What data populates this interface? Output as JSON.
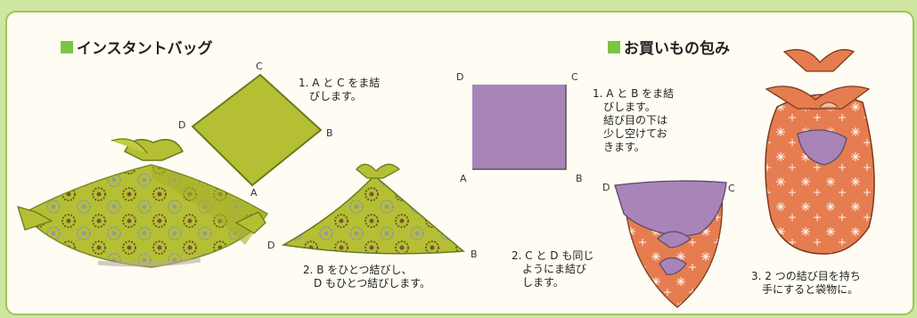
{
  "colors": {
    "panel_border": "#9ec45a",
    "green_cloth": "#b5bf33",
    "purple_cloth": "#a884b8",
    "orange_cloth": "#e67d50",
    "title_marker": "#7cc443"
  },
  "sections": {
    "instant_bag": {
      "title": "インスタントバッグ"
    },
    "shopping_wrap": {
      "title": "お買いもの包み"
    }
  },
  "instant_bag": {
    "corners": {
      "a": "A",
      "b": "B",
      "c": "C",
      "d": "D"
    },
    "corners2": {
      "b": "B",
      "d": "D"
    },
    "step1": [
      "1. A と C をま結",
      "びします。"
    ],
    "step2": [
      "2. B をひとつ結びし、",
      "D もひとつ結びします。"
    ]
  },
  "shopping_wrap": {
    "corners": {
      "a": "A",
      "b": "B",
      "c": "C",
      "d": "D"
    },
    "corners2": {
      "c": "C",
      "d": "D"
    },
    "step1": [
      "1. A と B をま結",
      "びします。",
      "結び目の下は",
      "少し空けてお",
      "きます。"
    ],
    "step2": [
      "2. C と D も同じ",
      "ようにま結び",
      "します。"
    ],
    "step3": [
      "3. 2 つの結び目を持ち",
      "手にすると袋物に。"
    ]
  }
}
